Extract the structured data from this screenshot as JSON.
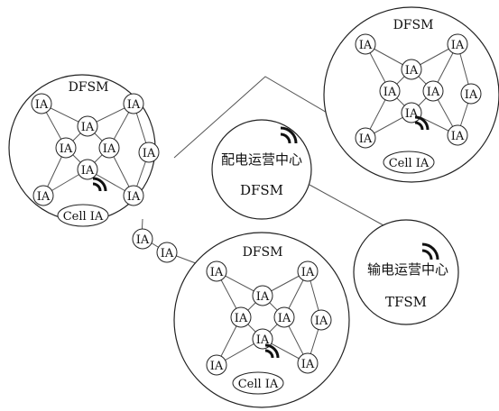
{
  "ia_label": "IA",
  "cell_ia_label": "Cell IA",
  "cluster_label": "DFSM",
  "center1": {
    "line1": "配电运营中心",
    "line2": "DFSM"
  },
  "center2": {
    "line1": "输电运营中心",
    "line2": "TFSM"
  }
}
